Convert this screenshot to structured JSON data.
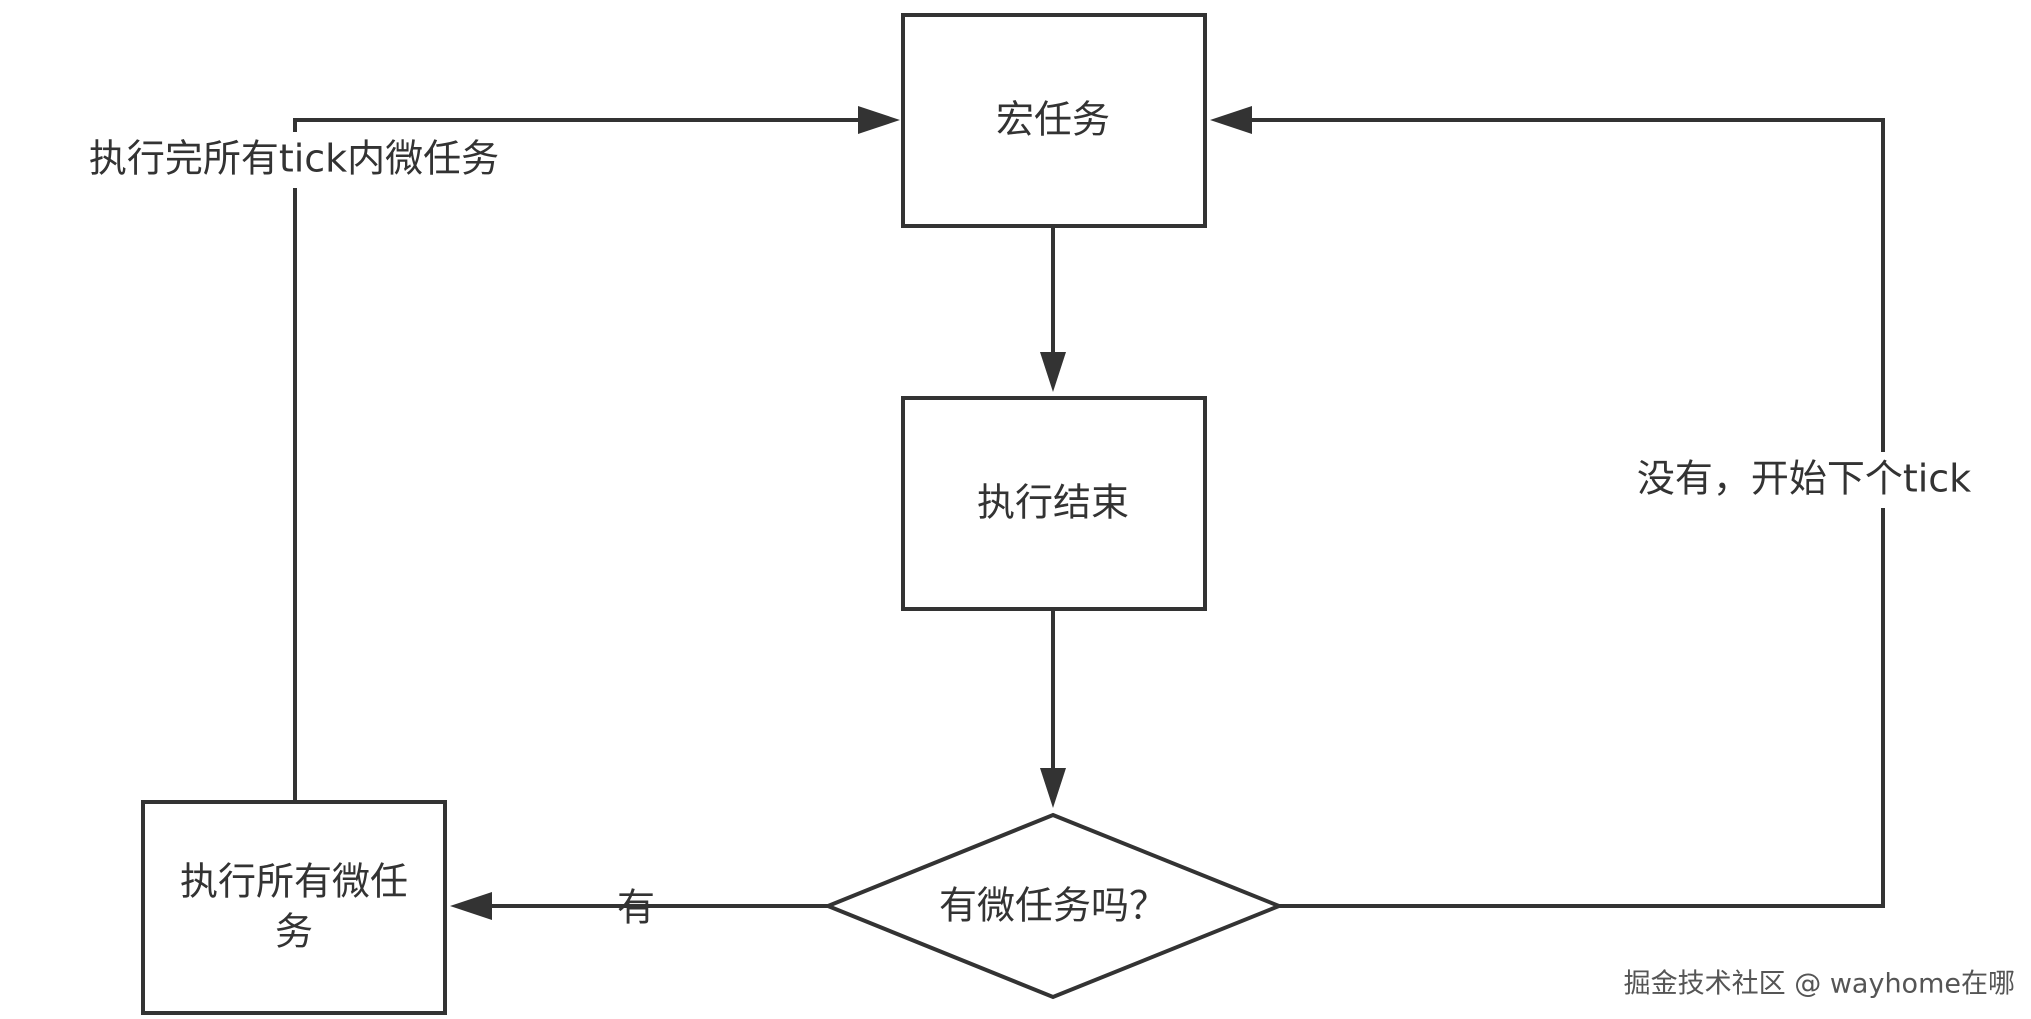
{
  "nodes": {
    "macro_task": "宏任务",
    "execution_end": "执行结束",
    "has_microtasks": "有微任务吗？",
    "run_all_microtasks_line1": "执行所有微任",
    "run_all_microtasks_line2": "务"
  },
  "edges": {
    "yes": "有",
    "no_next_tick": "没有，开始下个tick",
    "after_microtasks": "执行完所有tick内微任务"
  },
  "watermark": "掘金技术社区 @ wayhome在哪"
}
